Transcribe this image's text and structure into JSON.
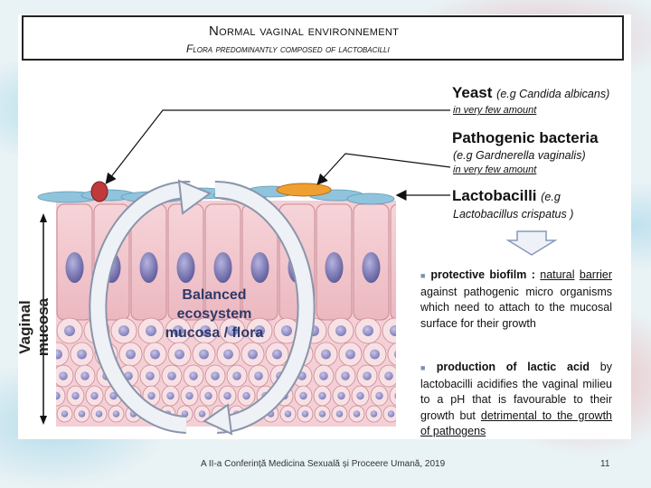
{
  "title": {
    "main": "Normal vaginal environnement",
    "sub": "Flora predominantly composed of lactobacilli"
  },
  "labels": {
    "yeast": {
      "name": "Yeast",
      "example": "(e.g Candida albicans)",
      "amount": "in very few amount"
    },
    "pathogenic": {
      "name": "Pathogenic bacteria",
      "example": "(e.g Gardnerella vaginalis)",
      "amount": "in very few amount"
    },
    "lactobacilli": {
      "name": "Lactobacilli",
      "example_line1": "(e.g",
      "example_line2": "Lactobacillus crispatus )"
    },
    "vaginal_mucosa": "Vaginal mucosa",
    "center_line1": "Balanced",
    "center_line2": "ecosystem",
    "center_line3": "mucosa / flora"
  },
  "notes": {
    "biofilm_bold": "protective biofilm :",
    "biofilm_u1": "natural",
    "biofilm_u2": "barrier",
    "biofilm_rest": "against pathogenic micro organisms which need to attach to the mucosal surface for their growth",
    "lactic_bold": "production of lactic acid",
    "lactic_rest": "by lactobacilli acidifies the vaginal milieu to a pH that is favourable to their growth but",
    "lactic_u": "detrimental to the growth of pathogens"
  },
  "colors": {
    "cell_fill": "#f2c6cc",
    "cell_stroke": "#c98a94",
    "nucleus": "#6d6aa8",
    "biofilm": "#8fc4dc",
    "yeast": "#c0393b",
    "pathogen": "#f0a030",
    "arrow": "#dde2ea"
  },
  "footer": "A II-a Conferință Medicina Sexuală și Proceere Umană, 2019",
  "page_number": "11"
}
